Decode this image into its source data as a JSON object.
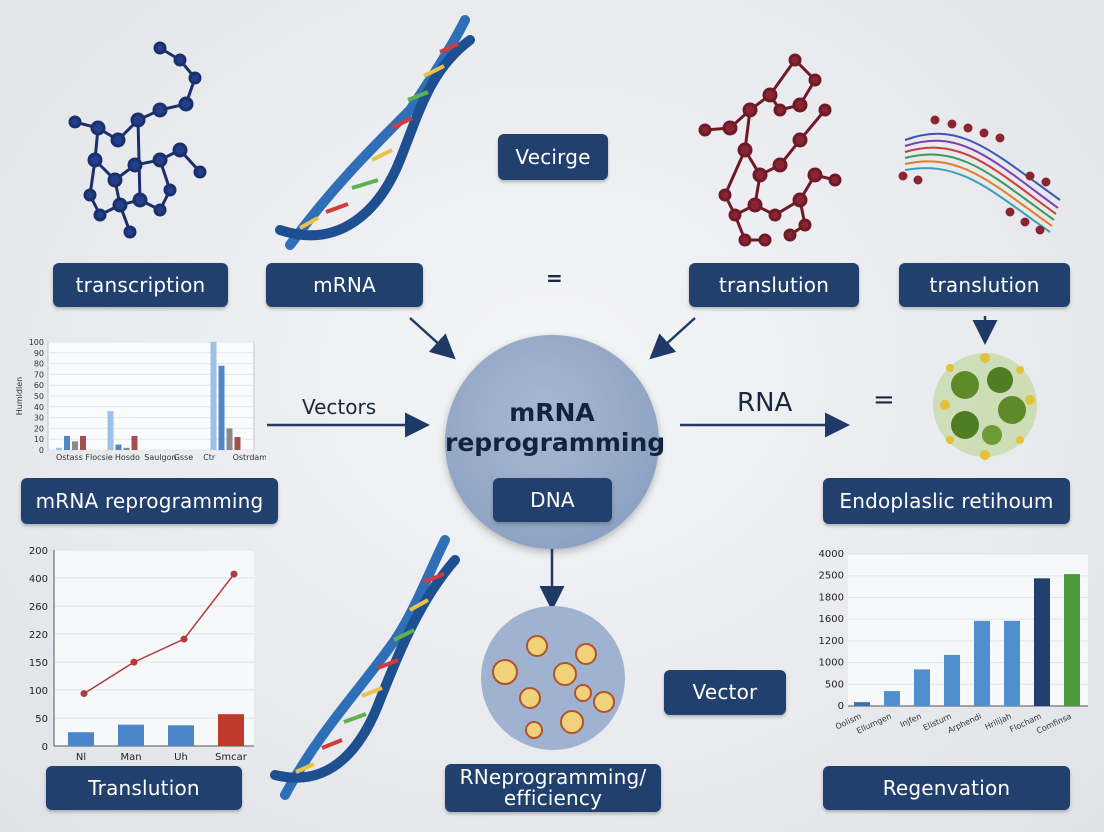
{
  "labels": {
    "vecirge": "Vecirge",
    "transcription": "transcription",
    "mrna": "mRNA",
    "translution_1": "translution",
    "translution_2": "translution",
    "equals_top": "=",
    "vectors": "Vectors",
    "rna": "RNA",
    "equals_right": "=",
    "hub_title": "mRNA reprogramming",
    "dna": "DNA",
    "mrna_reprogramming": "mRNA reprogramming",
    "endoplasmic": "Endoplaslic retihoum",
    "vector": "Vector",
    "translution_bottom": "Translution",
    "rn_efficiency": "RNeprogramming/ efficiency",
    "regenvation": "Regenvation"
  },
  "colors": {
    "label_bg": "#21406d",
    "arrow": "#1f3a66",
    "molecule_blue": "#233f8a",
    "molecule_red": "#8b2433"
  },
  "chart_data": [
    {
      "type": "bar",
      "ylim": [
        0,
        100
      ],
      "yticks": [
        0,
        10,
        20,
        30,
        40,
        50,
        60,
        70,
        80,
        90,
        100
      ],
      "ylabel": "Humldlen",
      "categories": [
        "Ostass",
        "Flocsie",
        "Hosdo",
        "Saulgon",
        "Gsse",
        "Ctr",
        "Ostrdamg"
      ],
      "series": [
        {
          "values": [
            2,
            36,
            0,
            100
          ]
        },
        {
          "values": [
            13,
            5,
            0,
            78
          ]
        },
        {
          "values": [
            8,
            2,
            0,
            20
          ]
        },
        {
          "values": [
            13,
            13,
            0,
            12
          ]
        }
      ]
    },
    {
      "type": "line",
      "yticks": [
        "200",
        "400",
        "260",
        "220",
        "150",
        "100",
        "50",
        "0"
      ],
      "categories": [
        "Nl",
        "Man",
        "Uh",
        "Smcar"
      ],
      "line_values": [
        125,
        200,
        255,
        410
      ],
      "bar_values": [
        42,
        65,
        63,
        97
      ]
    },
    {
      "type": "bar",
      "ylim": [
        0,
        4000
      ],
      "yticks": [
        "0",
        "500",
        "1000",
        "1200",
        "1600",
        "1800",
        "2500",
        "4000"
      ],
      "categories": [
        "Oolism",
        "Ellumgen",
        "Injfen",
        "Elisturn",
        "Arphendi",
        "Hrilijah",
        "Flocham",
        "Comfinsa"
      ],
      "values": [
        90,
        350,
        860,
        1200,
        2000,
        2000,
        3000,
        3100
      ]
    }
  ]
}
